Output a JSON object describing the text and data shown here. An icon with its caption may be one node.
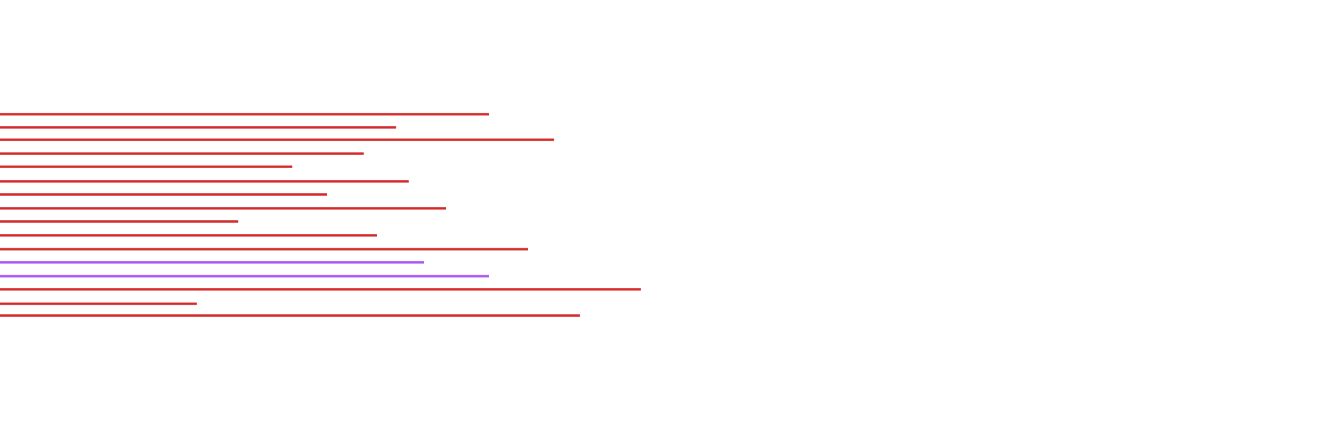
{
  "diagram": {
    "nodes": [
      {
        "text": [],
        "shape": "bar"
      },
      {
        "text": [],
        "shape": "bar"
      },
      {
        "text": [],
        "shape": "bar"
      },
      {
        "text": [],
        "shape": "bar"
      },
      {
        "text": [],
        "shape": "bar"
      },
      {
        "text": [],
        "shape": "bar"
      },
      {
        "text": [],
        "shape": "bar"
      },
      {
        "text": [],
        "shape": "bar"
      },
      {
        "text": [],
        "shape": "bar"
      },
      {
        "text": [],
        "shape": "bar"
      },
      {
        "text": [],
        "shape": "bar"
      },
      {
        "text": [],
        "shape": "bar"
      },
      {
        "text": [],
        "shape": "bar"
      },
      {
        "text": [],
        "shape": "bar"
      },
      {
        "text": [],
        "shape": "bar"
      },
      {
        "text": [],
        "shape": "bar"
      }
    ]
  }
}
